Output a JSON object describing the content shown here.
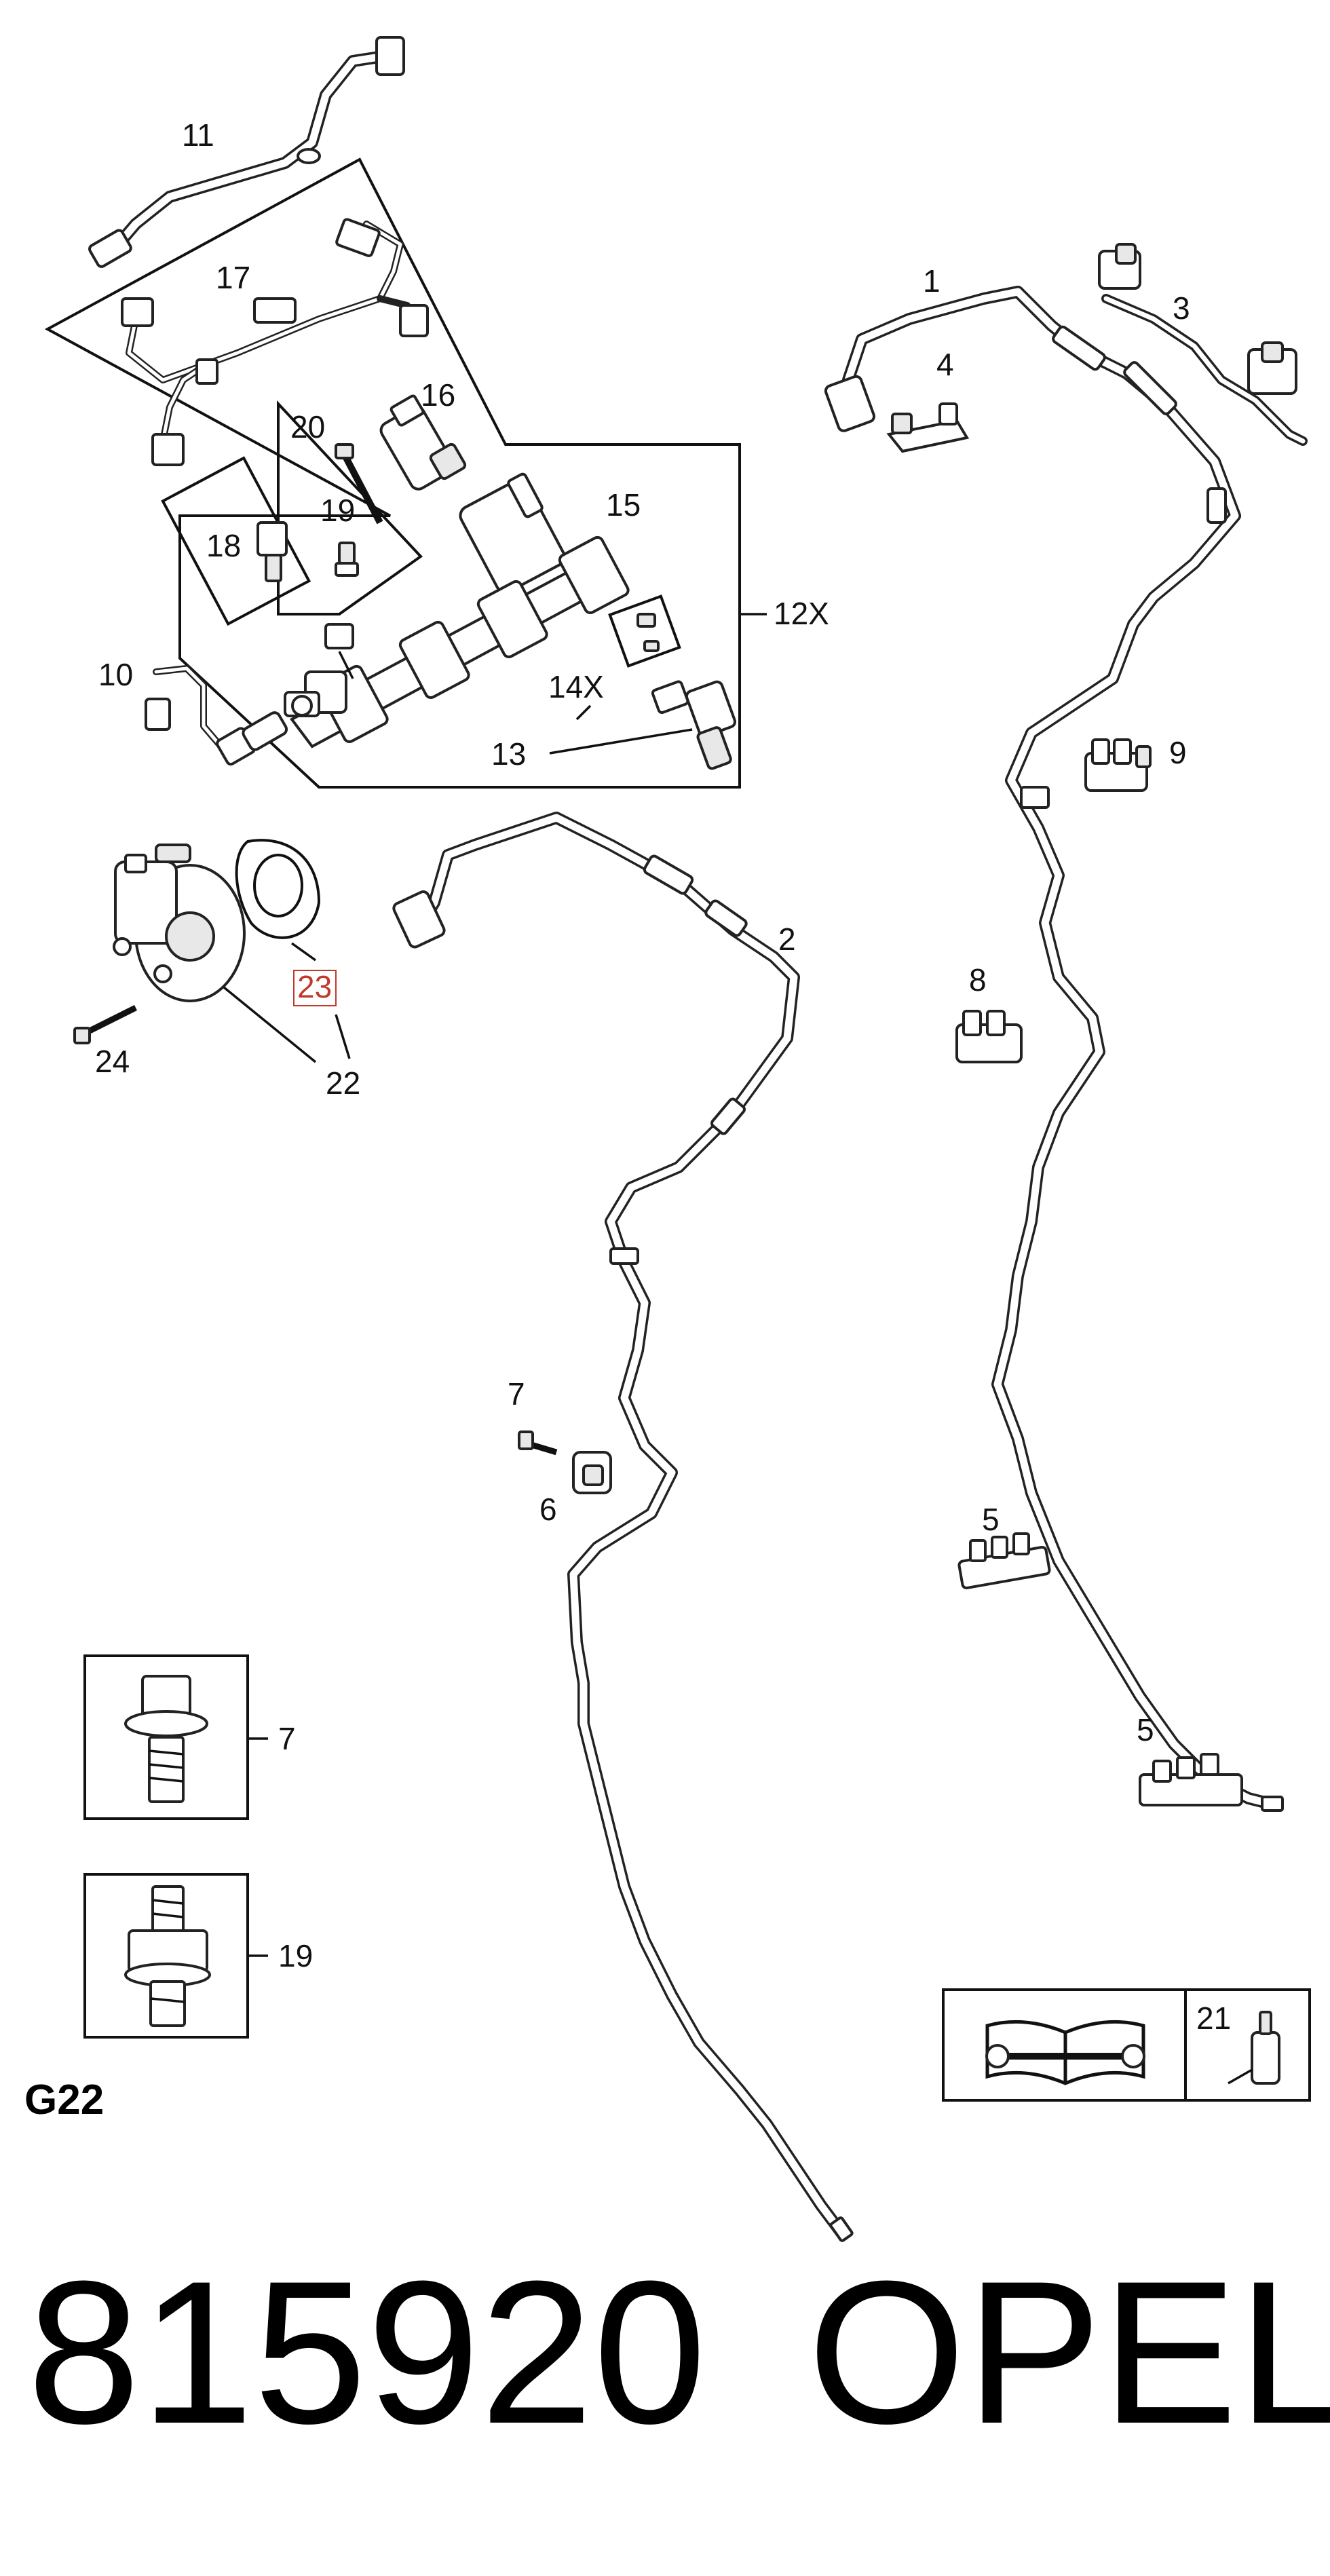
{
  "diagram": {
    "section_code": "G22",
    "part_number": "815920",
    "brand": "OPEL",
    "highlight_color": "#c0392b",
    "labels": {
      "l1": "1",
      "l2": "2",
      "l3": "3",
      "l4": "4",
      "l5a": "5",
      "l5b": "5",
      "l6": "6",
      "l7a": "7",
      "l7b": "7",
      "l8": "8",
      "l9": "9",
      "l10": "10",
      "l11": "11",
      "l12x": "12X",
      "l13": "13",
      "l14x": "14X",
      "l15": "15",
      "l16": "16",
      "l17": "17",
      "l18": "18",
      "l19a": "19",
      "l19b": "19",
      "l20": "20",
      "l21": "21",
      "l22": "22",
      "l23": "23",
      "l24": "24"
    },
    "icons": [
      "service-manual-icon",
      "sealant-tube-icon"
    ]
  }
}
